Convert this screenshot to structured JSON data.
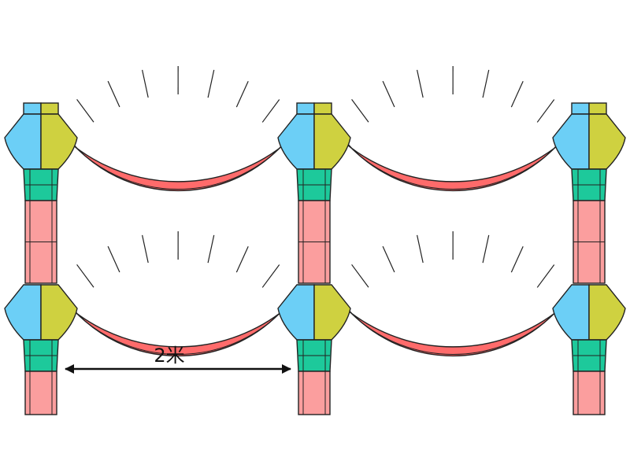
{
  "dimension": {
    "label": "2米"
  },
  "colors": {
    "arch_voussoir": "#ff6b6b",
    "pier_cap_blue": "#6ccff6",
    "pier_cap_yellow": "#cfd140",
    "pier_collar_green": "#1dc99b",
    "pier_shaft_pink": "#fb9e9e",
    "top_block": "#2bb8c9",
    "outline": "#222222"
  },
  "structure": {
    "tiers": 2,
    "bays_per_tier": 2,
    "piers_per_tier": 3
  }
}
